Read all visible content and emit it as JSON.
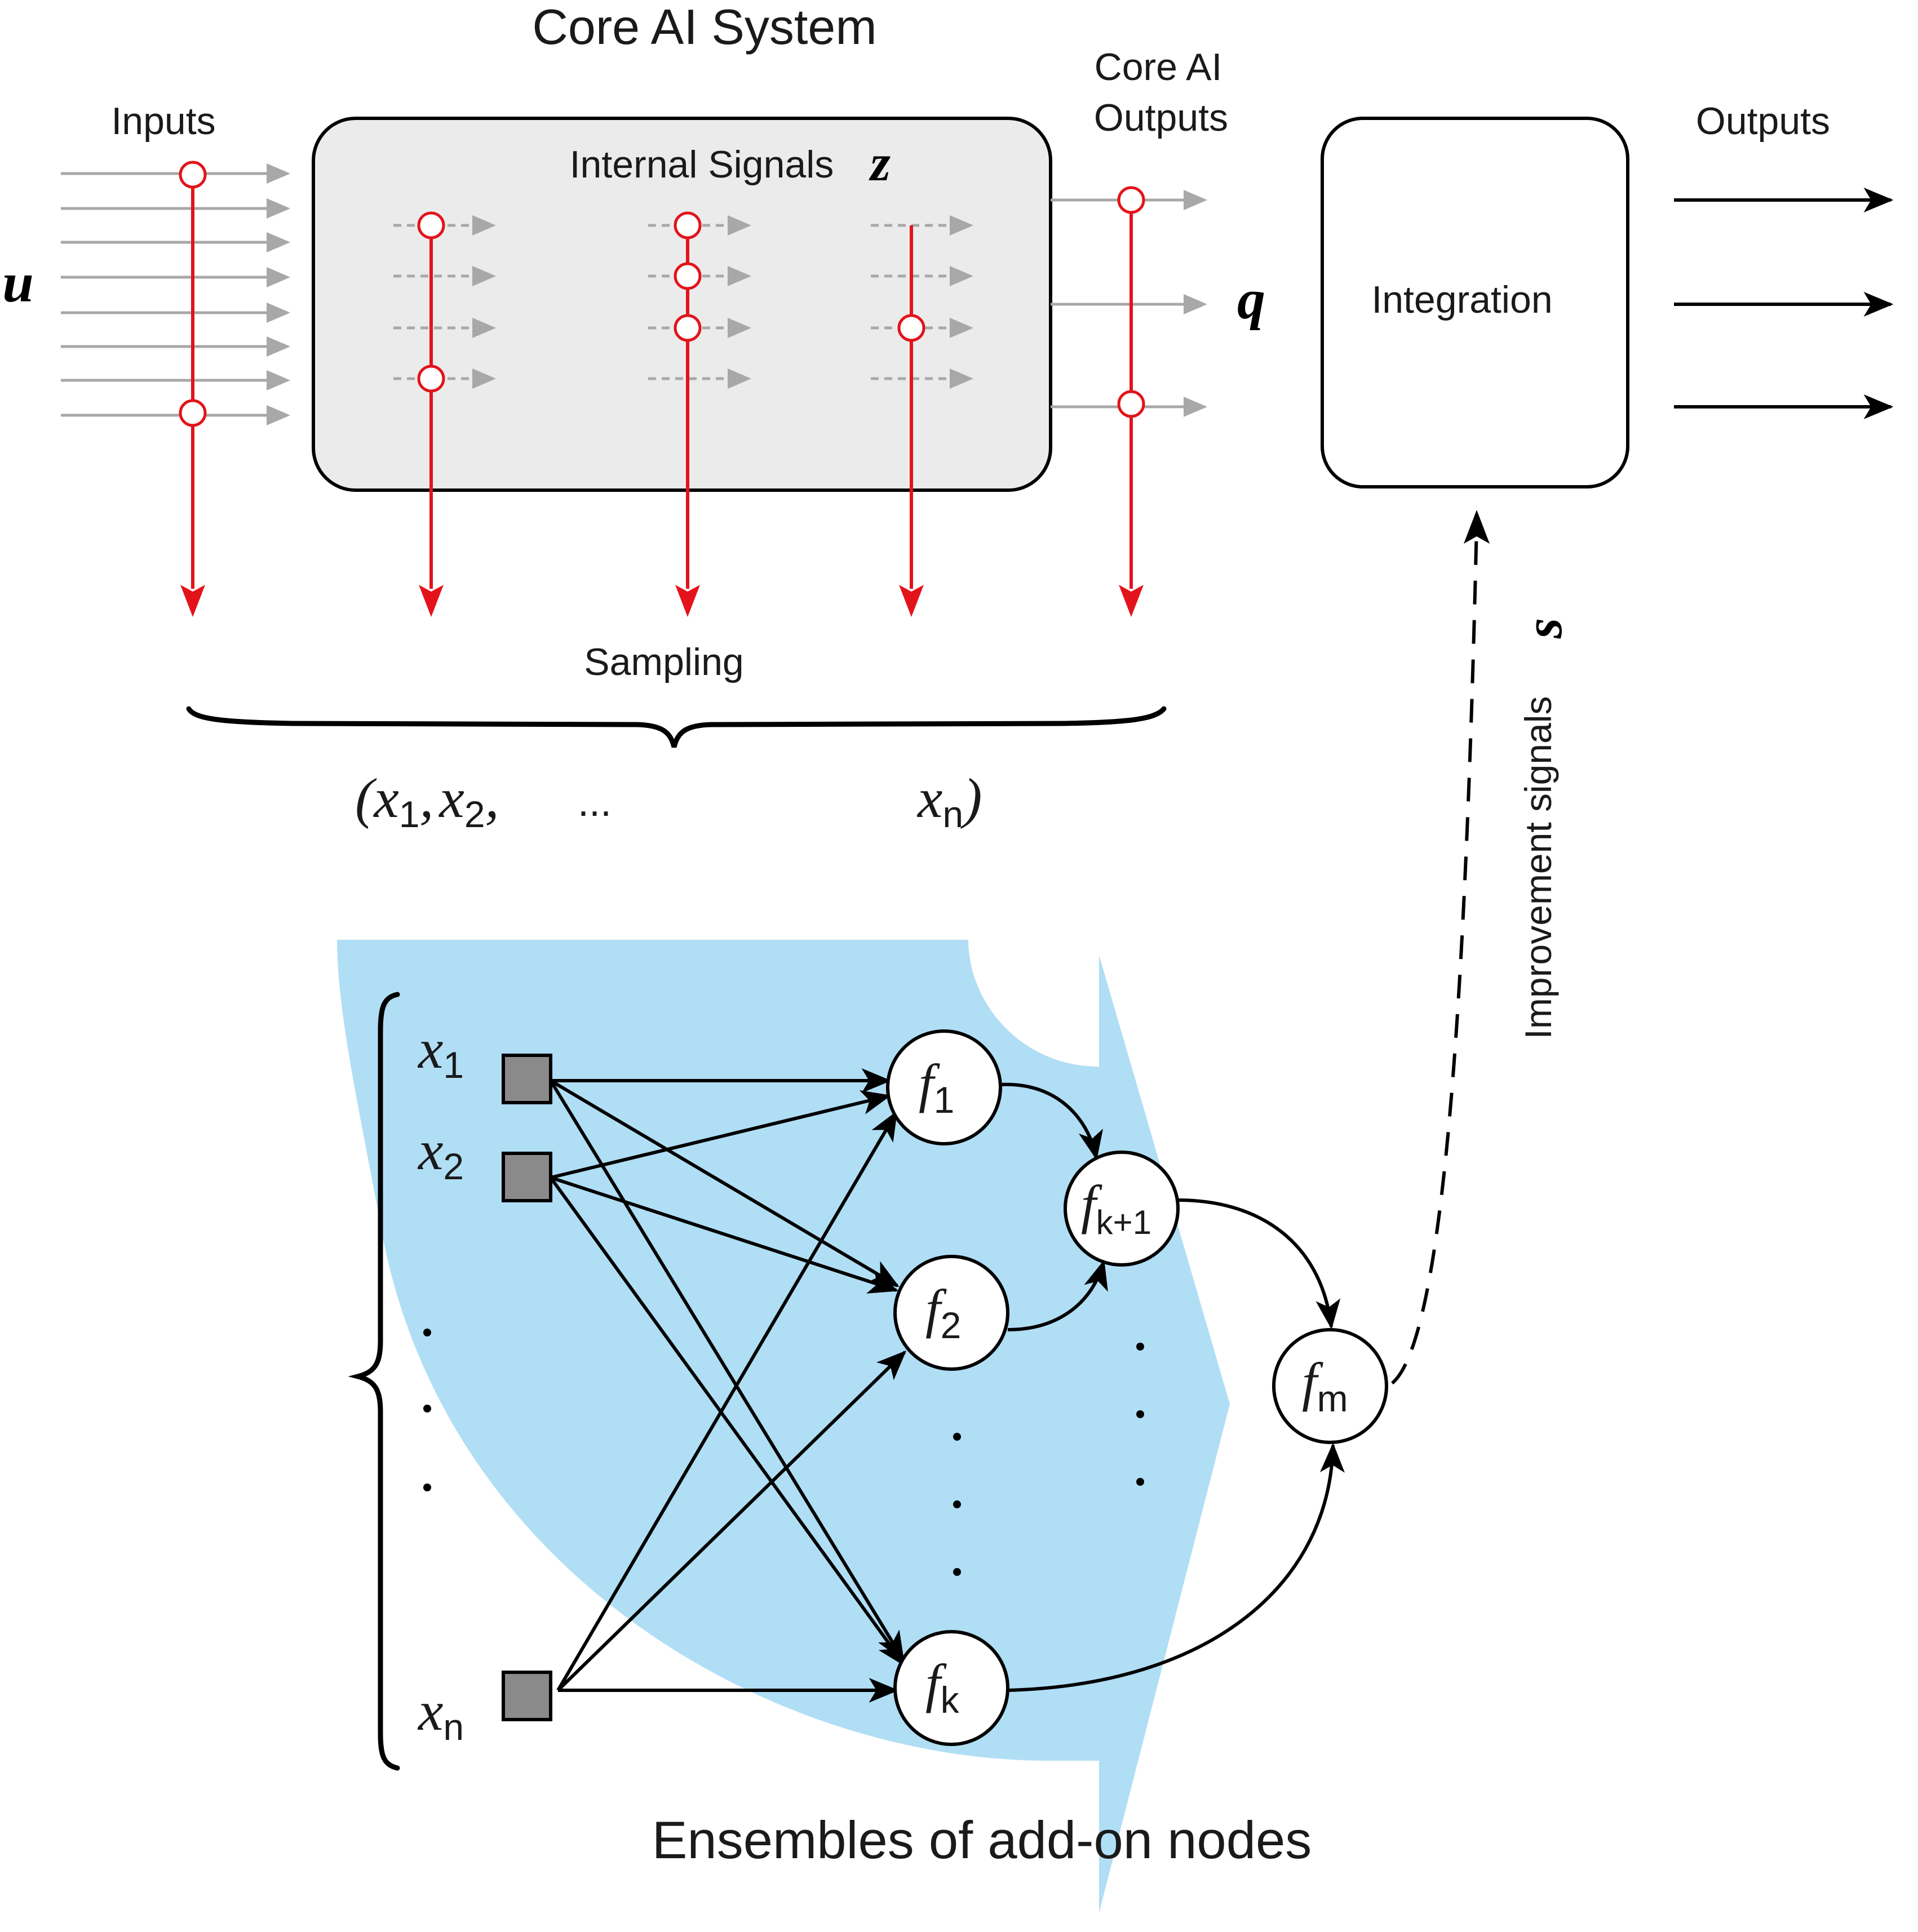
{
  "title": "Core AI System",
  "inputs_label": "Inputs",
  "input_symbol": "u",
  "internal_signals_label": "Internal Signals",
  "internal_symbol": "z",
  "core_outputs_label_line1": "Core AI",
  "core_outputs_label_line2": "Outputs",
  "output_symbol": "q",
  "integration_label": "Integration",
  "outputs_label": "Outputs",
  "sampling_label": "Sampling",
  "sample_vector": {
    "open": "(",
    "x": "x",
    "sub1": "1",
    "sub2": "2",
    "sep": ",",
    "ellipsis": "...",
    "subn": "n",
    "close": ")"
  },
  "improvement_label": "Improvement signals",
  "improvement_symbol": "s",
  "ensemble_label": "Ensembles of add-on nodes",
  "add_on_inputs": [
    {
      "sym": "x",
      "sub": "1"
    },
    {
      "sym": "x",
      "sub": "2"
    },
    {
      "sym": "x",
      "sub": "n"
    }
  ],
  "nodes": {
    "f": "f",
    "f1": "1",
    "f2": "2",
    "fk": "k",
    "fk1": "k+1",
    "fm": "m"
  },
  "colors": {
    "sampling_red": "#e3131b",
    "signal_grey": "#a8a8a8",
    "core_fill": "#ebebeb",
    "ensemble_blue": "#b0def5",
    "input_square": "#8a8a8a"
  }
}
